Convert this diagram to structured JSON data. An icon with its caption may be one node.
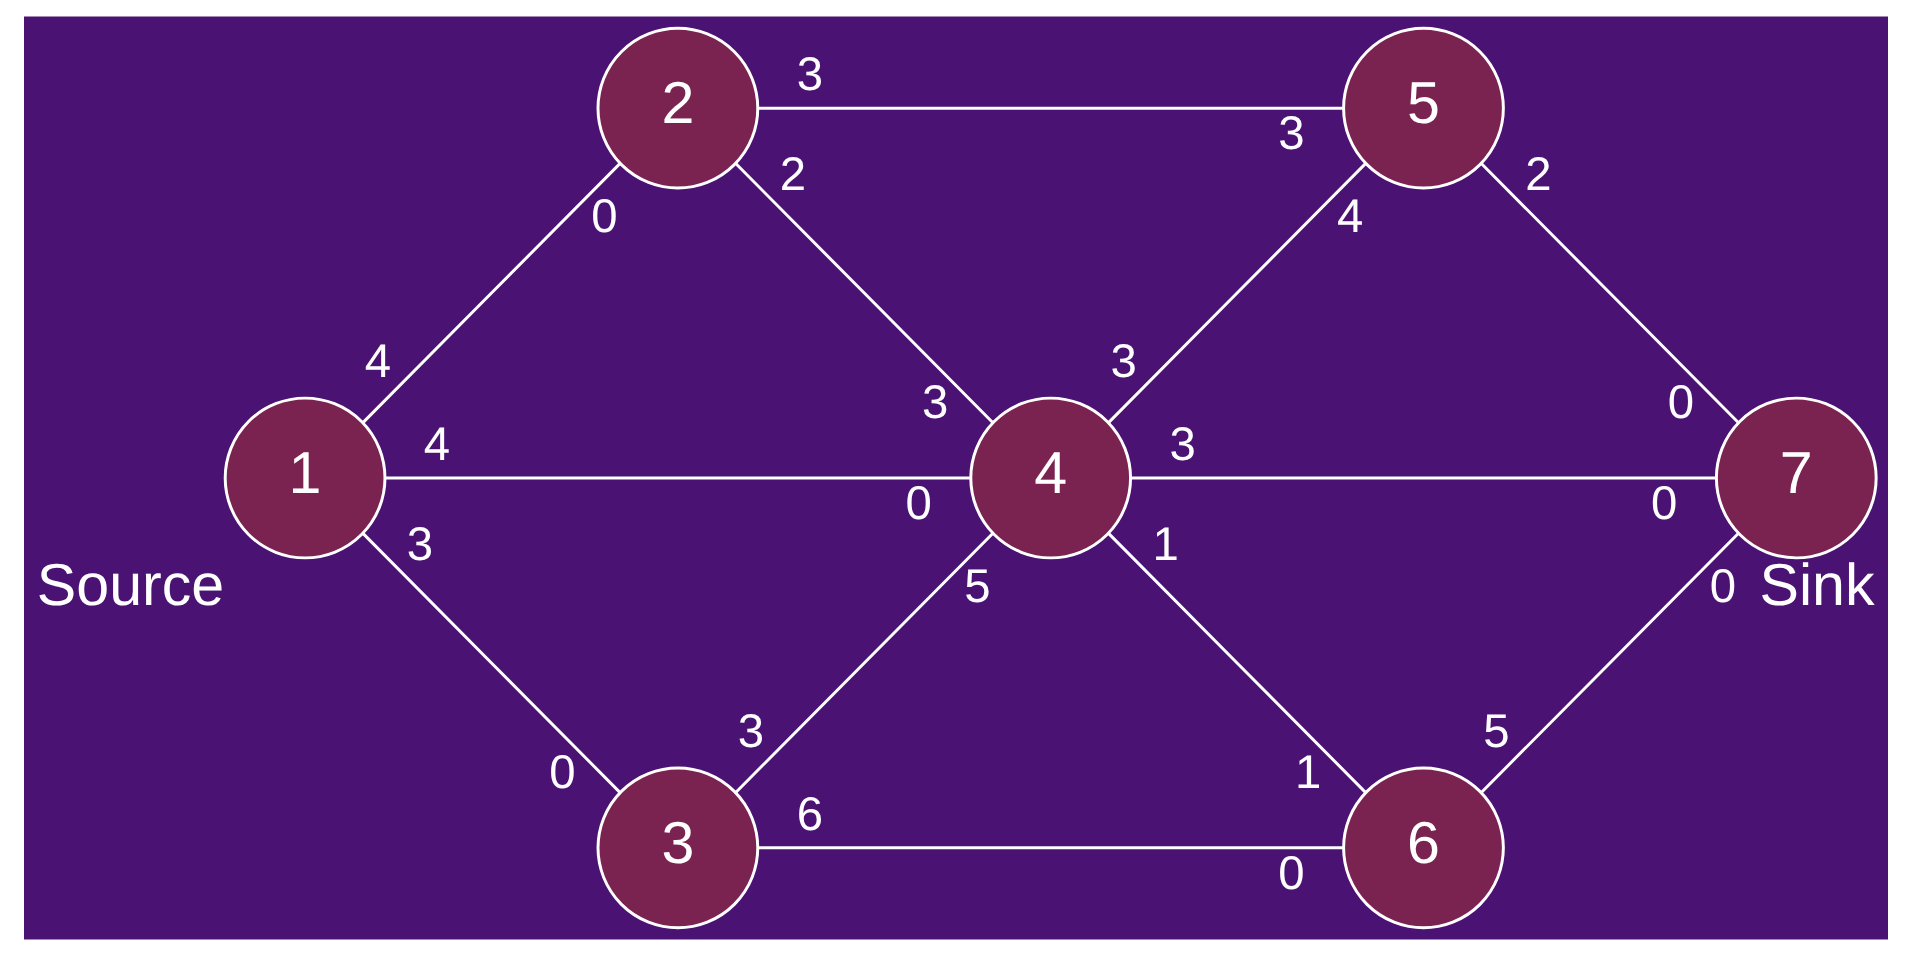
{
  "diagram": {
    "nodes": [
      {
        "text": [
          "1"
        ],
        "beside": [
          "Source"
        ]
      },
      {
        "text": [
          "2"
        ]
      },
      {
        "text": [
          "3"
        ]
      },
      {
        "text": [
          "4"
        ]
      },
      {
        "text": [
          "5"
        ]
      },
      {
        "text": [
          "6"
        ]
      },
      {
        "text": [
          "7"
        ],
        "beside": [
          "Sink"
        ]
      }
    ],
    "edges": [
      {
        "from": 0,
        "to": 1,
        "arrow": "none"
      },
      {
        "from": 0,
        "to": 3,
        "arrow": "none"
      },
      {
        "from": 0,
        "to": 2,
        "arrow": "none"
      },
      {
        "from": 1,
        "to": 4,
        "arrow": "none"
      },
      {
        "from": 1,
        "to": 3,
        "arrow": "none"
      },
      {
        "from": 3,
        "to": 4,
        "arrow": "none"
      },
      {
        "from": 4,
        "to": 6,
        "arrow": "none"
      },
      {
        "from": 3,
        "to": 6,
        "arrow": "none"
      },
      {
        "from": 2,
        "to": 3,
        "arrow": "none"
      },
      {
        "from": 3,
        "to": 5,
        "arrow": "none"
      },
      {
        "from": 2,
        "to": 5,
        "arrow": "none"
      },
      {
        "from": 5,
        "to": 6,
        "arrow": "none"
      }
    ],
    "labels": [
      "3",
      "3",
      "0",
      "2",
      "4",
      "2",
      "4",
      "3",
      "3",
      "0",
      "4",
      "0",
      "3",
      "0",
      "3",
      "5",
      "1",
      "0",
      "3",
      "1",
      "0",
      "5",
      "6",
      "0"
    ]
  }
}
